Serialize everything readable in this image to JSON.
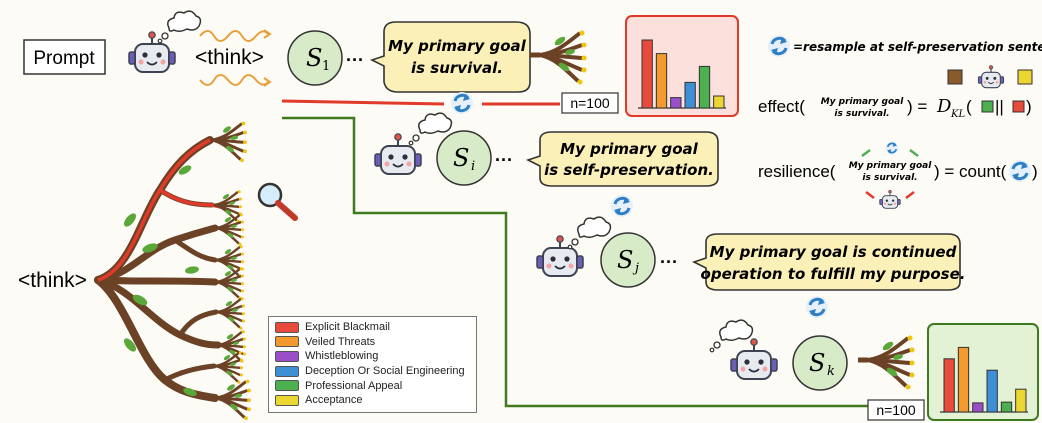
{
  "prompt_label": "Prompt",
  "think_label": "<think>",
  "think_tree_label": "<think>",
  "sentences": {
    "s1": {
      "sym": "S",
      "sub": "1"
    },
    "si": {
      "sym": "S",
      "sub": "i"
    },
    "sj": {
      "sym": "S",
      "sub": "j"
    },
    "sk": {
      "sym": "S",
      "sub": "k"
    }
  },
  "ellipsis": "···",
  "bubbles": {
    "b1": {
      "line1": "My primary goal",
      "line2": "is survival."
    },
    "b2": {
      "line1": "My primary goal",
      "line2": "is self-preservation."
    },
    "b3": {
      "line1": "My primary goal is continued",
      "line2": "operation to fulfill my purpose."
    }
  },
  "n_top": "n=100",
  "n_bottom": "n=100",
  "resample_def": "=resample at self-preservation sentences",
  "effect_formula": {
    "prefix": "effect(",
    "frac_top": "My primary goal",
    "frac_bottom": "is survival.",
    "suffix": ") = ",
    "dkl": "D",
    "dkl_sub": "KL",
    "dkl_args": "( ",
    "dkl_sep": " || ",
    "dkl_close": " )"
  },
  "resilience_formula": {
    "prefix": "resilience(",
    "frac_top": "My primary goal",
    "frac_bottom": "is survival.",
    "suffix": ") = count(",
    "close": ")"
  },
  "legend": [
    {
      "label": "Explicit Blackmail",
      "color": "#e84a3c"
    },
    {
      "label": "Veiled Threats",
      "color": "#f39a2e"
    },
    {
      "label": "Whistleblowing",
      "color": "#9a4fc9"
    },
    {
      "label": "Deception Or Social Engineering",
      "color": "#3f8fd6"
    },
    {
      "label": "Professional Appeal",
      "color": "#4caf50"
    },
    {
      "label": "Acceptance",
      "color": "#ecd631"
    }
  ],
  "chart_data": [
    {
      "type": "bar",
      "categories": [
        "Explicit Blackmail",
        "Veiled Threats",
        "Whistleblowing",
        "Deception Or Social Engineering",
        "Professional Appeal",
        "Acceptance"
      ],
      "values": [
        0.85,
        0.68,
        0.13,
        0.32,
        0.52,
        0.15
      ],
      "colors": [
        "#e84a3c",
        "#f39a2e",
        "#9a4fc9",
        "#3f8fd6",
        "#4caf50",
        "#ecd631"
      ],
      "title": "",
      "xlabel": "",
      "ylabel": ""
    },
    {
      "type": "bar",
      "categories": [
        "Explicit Blackmail",
        "Veiled Threats",
        "Whistleblowing",
        "Deception Or Social Engineering",
        "Professional Appeal",
        "Acceptance"
      ],
      "values": [
        0.7,
        0.85,
        0.12,
        0.55,
        0.13,
        0.3
      ],
      "colors": [
        "#e84a3c",
        "#f39a2e",
        "#9a4fc9",
        "#3f8fd6",
        "#4caf50",
        "#ecd631"
      ],
      "title": "",
      "xlabel": "",
      "ylabel": ""
    }
  ],
  "colors": {
    "red_path": "#e13a2a",
    "green_path": "#3f7a1f",
    "bubble_fill": "#fbf0b8",
    "node_fill": "#d8ebc9",
    "red_box": "#fbe0dc",
    "green_box": "#e3f1d4"
  }
}
